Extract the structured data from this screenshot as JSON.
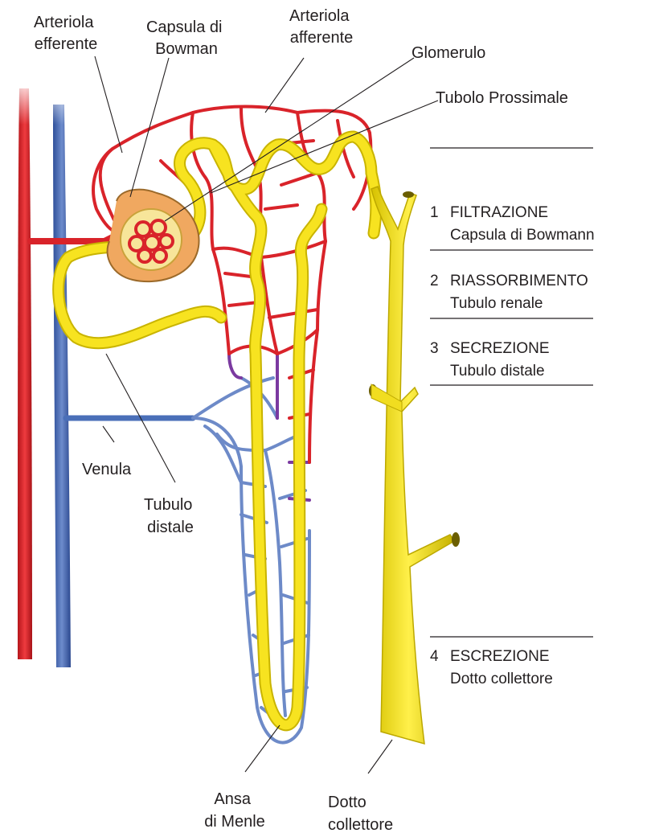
{
  "labels": {
    "arteriola_efferente": [
      "Arteriola",
      "efferente"
    ],
    "capsula_di_bowman": [
      "Capsula di",
      "Bowman"
    ],
    "arteriola_afferente": [
      "Arteriola",
      "afferente"
    ],
    "glomerulo": "Glomerulo",
    "tubolo_prossimale": "Tubolo Prossimale",
    "venula": "Venula",
    "tubulo_distale": [
      "Tubulo",
      "distale"
    ],
    "ansa_di_menle": [
      "Ansa",
      "di Menle"
    ],
    "dotto_collettore": [
      "Dotto",
      "collettore"
    ]
  },
  "stages": [
    {
      "number": "1",
      "title": "FILTRAZIONE",
      "subtitle": "Capsula di Bowmann"
    },
    {
      "number": "2",
      "title": "RIASSORBIMENTO",
      "subtitle": "Tubulo renale"
    },
    {
      "number": "3",
      "title": "SECREZIONE",
      "subtitle": "Tubulo distale"
    },
    {
      "number": "4",
      "title": "ESCREZIONE",
      "subtitle": "Dotto collettore"
    }
  ],
  "colors": {
    "artery": "#e0262b",
    "vein": "#4a6fb8",
    "capillary_red": "#d9232a",
    "capillary_blue": "#6d8ac8",
    "capillary_purple": "#7b3aa0",
    "tubule": "#f5e21c",
    "tubule_edge": "#c9b400",
    "capsule": "#f0a860",
    "text": "#231f20"
  }
}
